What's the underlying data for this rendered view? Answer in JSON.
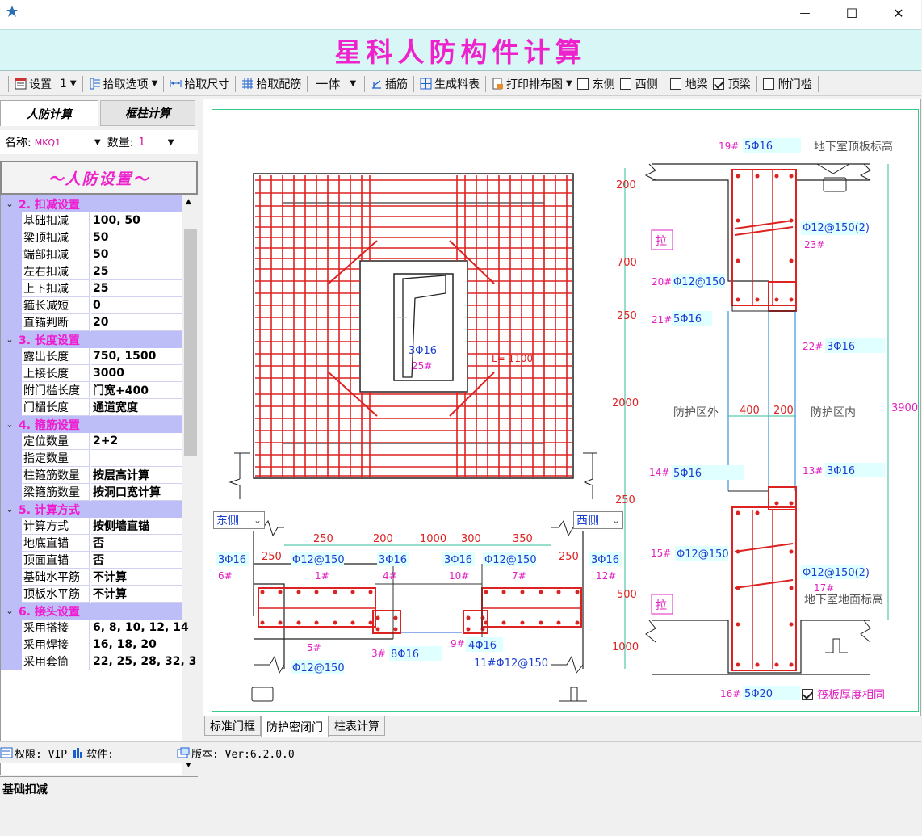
{
  "window": {
    "banner_title": "星科人防构件计算",
    "minimize": "—",
    "maximize": "☐",
    "close": "✕"
  },
  "toolbar": {
    "settings": "设置",
    "settings_value": "1",
    "pick_options": "拾取选项",
    "pick_size": "拾取尺寸",
    "pick_rebar": "拾取配筋",
    "mode_value": "一体",
    "insert_rebar": "插筋",
    "gen_table": "生成料表",
    "print_layout": "打印排布图",
    "east": "东侧",
    "west": "西侧",
    "ground_beam": "地梁",
    "top_beam": "顶梁",
    "door_sill": "附门槛"
  },
  "checks": {
    "east": false,
    "west": false,
    "ground_beam": false,
    "top_beam": true,
    "door_sill": false
  },
  "left": {
    "tab_active": "人防计算",
    "tab_inactive": "框柱计算",
    "name_label": "名称:",
    "name_value": "MKQ1",
    "qty_label": "数量:",
    "qty_value": "1",
    "panel_title": "～人防设置～",
    "description": "基础扣减"
  },
  "grid": {
    "sections": [
      {
        "title": "2. 扣减设置",
        "rows": [
          {
            "label": "基础扣减",
            "value": "100, 50"
          },
          {
            "label": "梁顶扣减",
            "value": "50"
          },
          {
            "label": "端部扣减",
            "value": "50"
          },
          {
            "label": "左右扣减",
            "value": "25"
          },
          {
            "label": "上下扣减",
            "value": "25"
          },
          {
            "label": "箍长减短",
            "value": "0"
          },
          {
            "label": "直锚判断",
            "value": "20"
          }
        ]
      },
      {
        "title": "3. 长度设置",
        "rows": [
          {
            "label": "露出长度",
            "value": "750, 1500"
          },
          {
            "label": "上接长度",
            "value": "3000"
          },
          {
            "label": "附门槛长度",
            "value": "门宽+400"
          },
          {
            "label": "门楣长度",
            "value": "通道宽度"
          }
        ]
      },
      {
        "title": "4. 箍筋设置",
        "rows": [
          {
            "label": "定位数量",
            "value": "2+2"
          },
          {
            "label": "指定数量",
            "value": ""
          },
          {
            "label": "柱箍筋数量",
            "value": "按层高计算"
          },
          {
            "label": "梁箍筋数量",
            "value": "按洞口宽计算"
          }
        ]
      },
      {
        "title": "5. 计算方式",
        "rows": [
          {
            "label": "计算方式",
            "value": "按侧墙直锚"
          },
          {
            "label": "地底直锚",
            "value": "否"
          },
          {
            "label": "顶面直锚",
            "value": "否"
          },
          {
            "label": "基础水平筋",
            "value": "不计算"
          },
          {
            "label": "顶板水平筋",
            "value": "不计算"
          }
        ]
      },
      {
        "title": "6. 接头设置",
        "rows": [
          {
            "label": "采用搭接",
            "value": "6, 8, 10, 12, 14"
          },
          {
            "label": "采用焊接",
            "value": "16, 18, 20"
          },
          {
            "label": "采用套筒",
            "value": "22, 25, 28, 32, 3"
          }
        ]
      }
    ]
  },
  "drawing": {
    "east_select": "东侧",
    "west_select": "西侧",
    "opening_bar": "3Φ16",
    "opening_mark": "25#",
    "diag_len": "L= 1100",
    "dims_bottom": [
      "250",
      "200",
      "1000",
      "300",
      "350"
    ],
    "dim_250_left": "250",
    "dim_250_right": "250",
    "b_3phi16_l": "3Φ16",
    "b_6": "6#",
    "b_phi12_150_a": "Φ12@150",
    "b_1": "1#",
    "b_3phi16_b": "3Φ16",
    "b_4": "4#",
    "b_3phi16_c": "3Φ16",
    "b_10": "10#",
    "b_phi12_150_b": "Φ12@150",
    "b_7": "7#",
    "b_3phi16_r": "3Φ16",
    "b_12": "12#",
    "b_5": "5#",
    "b_3": "3#",
    "b_8phi16": "8Φ16",
    "b_9": "9#",
    "b_4phi16": "4Φ16",
    "b_11": "11#Φ12@150",
    "b_phi12_150_c": "Φ12@150",
    "s_19": "19#",
    "s_5phi16_top": "5Φ16",
    "s_top_slab": "地下室顶板标高",
    "s_200": "200",
    "s_phi12_150_2a": "Φ12@150(2)",
    "s_23": "23#",
    "s_la1": "拉",
    "s_700": "700",
    "s_20": "20#",
    "s_phi12_150": "Φ12@150",
    "s_250a": "250",
    "s_21": "21#",
    "s_5phi16_21": "5Φ16",
    "s_22": "22#",
    "s_3phi16_22": "3Φ16",
    "s_2000": "2000",
    "s_outside": "防护区外",
    "s_400": "400",
    "s_200b": "200",
    "s_inside": "防护区内",
    "s_3900": "3900",
    "s_14": "14#",
    "s_5phi16_14": "5Φ16",
    "s_13": "13#",
    "s_3phi16_13": "3Φ16",
    "s_250b": "250",
    "s_15": "15#",
    "s_phi12_150_15": "Φ12@150",
    "s_phi12_150_2b": "Φ12@150(2)",
    "s_17": "17#",
    "s_ground": "地下室地面标高",
    "s_500": "500",
    "s_la2": "拉",
    "s_1000": "1000",
    "s_16": "16#",
    "s_5phi20": "5Φ20",
    "same_thickness": "筏板厚度相同"
  },
  "bottom_tabs": [
    "标准门框",
    "防护密闭门",
    "柱表计算"
  ],
  "status": {
    "permission": "权限: VIP",
    "software": "软件:",
    "version": "版本: Ver:6.2.0.0"
  },
  "colors": {
    "accent": "#ee22cc",
    "rebar": "#dd2222",
    "label_blue": "#1a3fd0",
    "section_bg": "#bdbdf7",
    "banner_bg": "#d9f6f6"
  }
}
